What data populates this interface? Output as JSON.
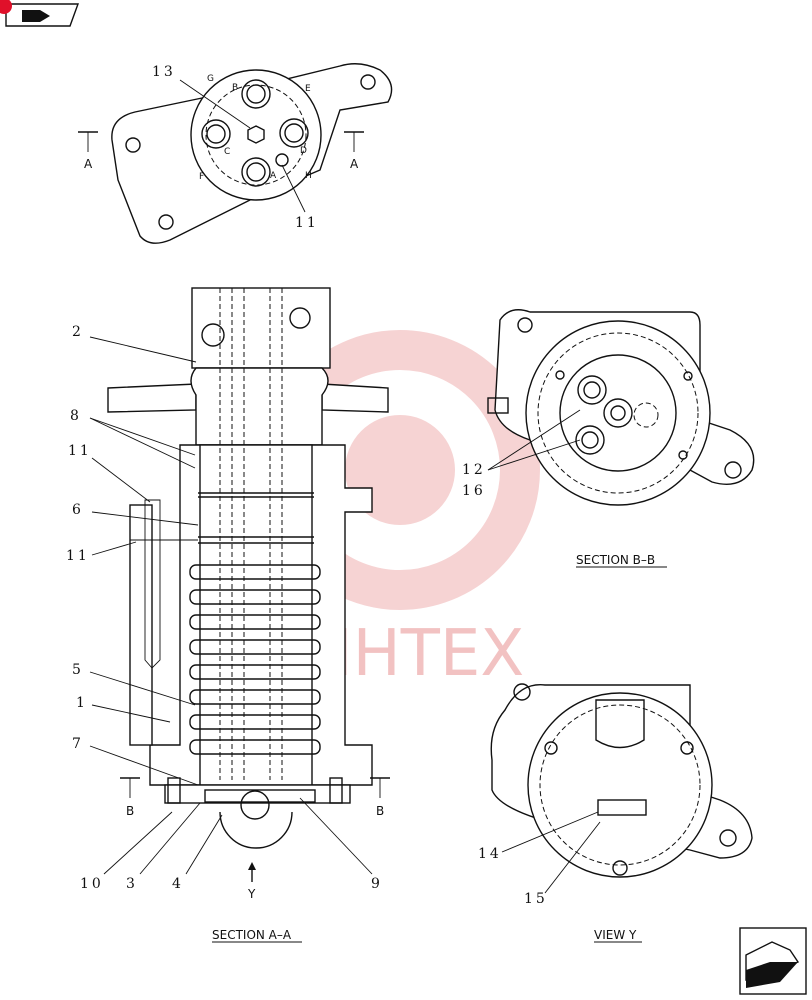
{
  "top_view": {
    "callouts": [
      "13",
      "11"
    ],
    "port_letters": [
      "G",
      "B",
      "E",
      "C",
      "D",
      "F",
      "A",
      "H"
    ],
    "section_marks": [
      "A",
      "A"
    ]
  },
  "section_aa": {
    "caption": "SECTION  A–A",
    "callouts": [
      "2",
      "8",
      "11",
      "6",
      "11",
      "5",
      "1",
      "7",
      "10",
      "3",
      "4",
      "9"
    ],
    "section_marks": [
      "B",
      "B"
    ],
    "view_mark": "Y"
  },
  "section_bb": {
    "caption": "SECTION  B–B",
    "callouts": [
      "12",
      "16"
    ]
  },
  "view_y": {
    "caption": "VIEW  Y",
    "callouts": [
      "14",
      "15"
    ]
  },
  "watermark": "VIHTEX"
}
